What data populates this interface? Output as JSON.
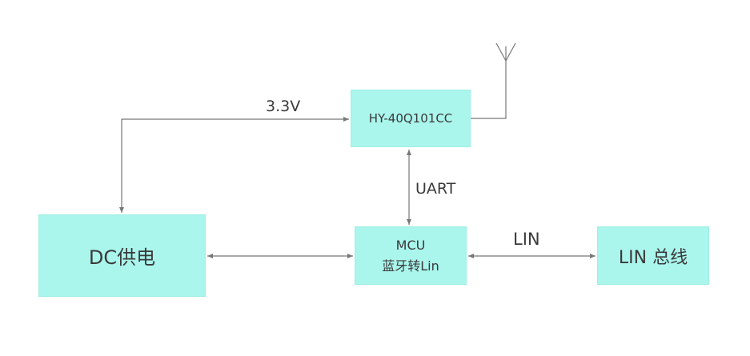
{
  "diagram": {
    "nodes": {
      "module": {
        "label": "HY-40Q101CC"
      },
      "dc": {
        "label": "DC供电"
      },
      "mcu": {
        "line1": "MCU",
        "line2": "蓝牙转Lin"
      },
      "lin_bus": {
        "label": "LIN 总线"
      }
    },
    "edges": {
      "power": {
        "label": "3.3V"
      },
      "uart": {
        "label": "UART"
      },
      "lin": {
        "label": "LIN"
      }
    }
  },
  "colors": {
    "box_fill": "#aaf5ec",
    "line": "#777777",
    "text": "#3a3a3a"
  }
}
